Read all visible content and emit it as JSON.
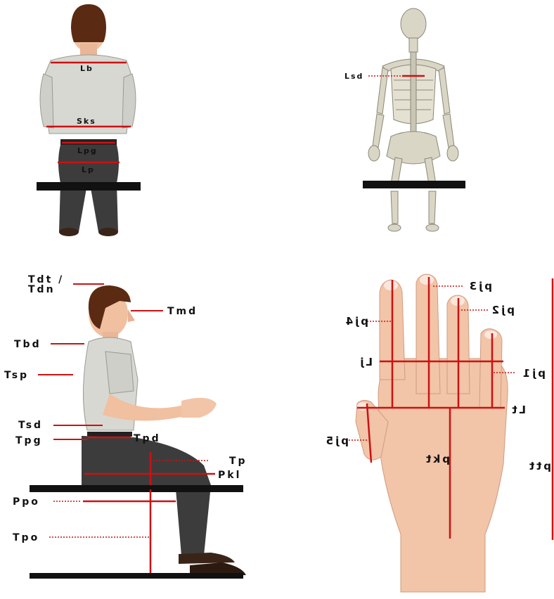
{
  "panels": {
    "back_view": {
      "labels": {
        "lb": "Lb",
        "sks": "Sks",
        "lpg": "Lpg",
        "lp": "Lp"
      }
    },
    "skeleton_view": {
      "labels": {
        "lsd": "Lsd"
      }
    },
    "side_view": {
      "labels": {
        "tdt": "Tdt /",
        "tdn": "Tdn",
        "tmd": "Tmd",
        "tbd": "Tbd",
        "tsp": "Tsp",
        "tsd": "Tsd",
        "tpg": "Tpg",
        "tpd": "Tpd",
        "tp": "Tp",
        "pkl": "Pkl",
        "ppo": "Ppo",
        "tpo": "Tpo"
      }
    },
    "hand_view": {
      "labels": {
        "pj3": "pj3",
        "pj2": "pj2",
        "pj4": "pj4",
        "lj": "Lj",
        "pj1": "pj1",
        "lt": "Lt",
        "pj5": "pj5",
        "pkt": "pkt",
        "ptt": "ptt"
      }
    }
  },
  "colors": {
    "measure_line": "#cc1111",
    "seat": "#111111",
    "shirt": "#d8d8d2",
    "pants": "#3c3c3c",
    "skin": "#f2c4a8",
    "hair": "#5a2a12",
    "bone": "#d9d6c6"
  }
}
